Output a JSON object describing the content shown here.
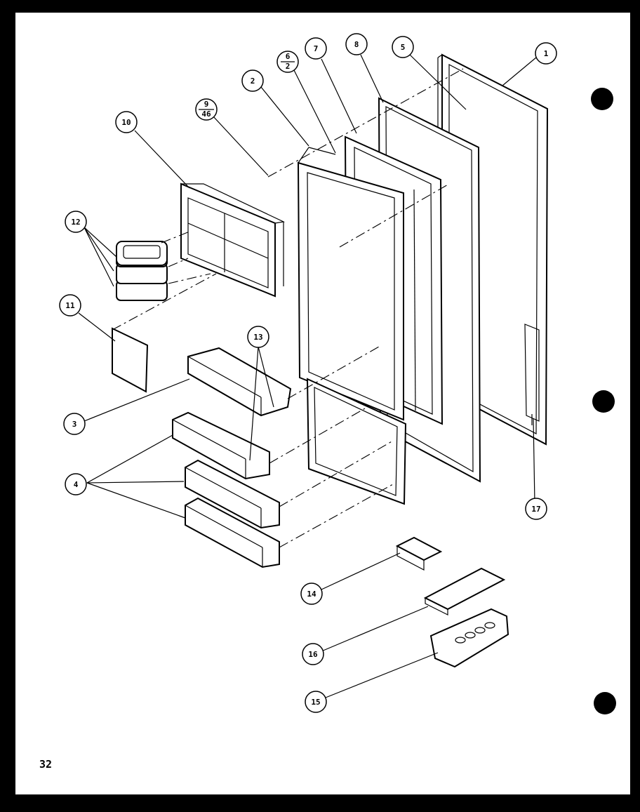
{
  "page_number": "32",
  "colors": {
    "paper": "#ffffff",
    "ink": "#000000",
    "background": "#000000"
  },
  "callouts": {
    "c1": "1",
    "c2": "2",
    "c6": {
      "top": "6",
      "bottom": "2"
    },
    "c7": "7",
    "c8": "8",
    "c5": "5",
    "c9": {
      "top": "9",
      "bottom": "46"
    },
    "c10": "10",
    "c12": "12",
    "c11": "11",
    "c13": "13",
    "c3": "3",
    "c4": "4",
    "c17": "17",
    "c14": "14",
    "c16": "16",
    "c15": "15"
  }
}
